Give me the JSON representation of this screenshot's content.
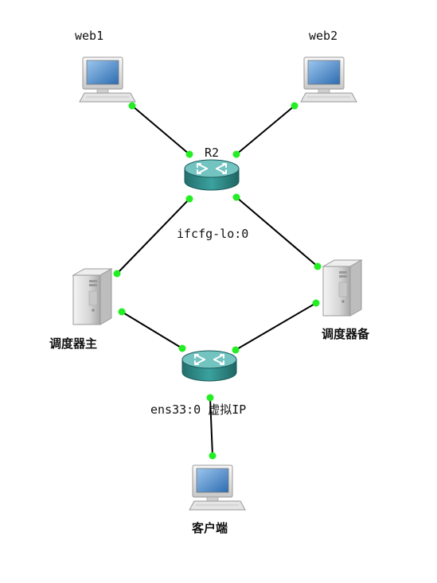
{
  "diagram": {
    "nodes": [
      {
        "id": "web1",
        "label": "web1",
        "kind": "pc"
      },
      {
        "id": "web2",
        "label": "web2",
        "kind": "pc"
      },
      {
        "id": "R2",
        "label": "R2",
        "kind": "router"
      },
      {
        "id": "lb_main",
        "label": "调度器主",
        "kind": "server"
      },
      {
        "id": "lb_backup",
        "label": "调度器备",
        "kind": "server"
      },
      {
        "id": "R_lower",
        "label": "",
        "kind": "router"
      },
      {
        "id": "client",
        "label": "客户端",
        "kind": "pc"
      }
    ],
    "annotations": {
      "upper_interface": "ifcfg-lo:0",
      "lower_interface": "ens33:0 虚拟IP"
    },
    "links": [
      {
        "from": "web1",
        "to": "R2"
      },
      {
        "from": "web2",
        "to": "R2"
      },
      {
        "from": "R2",
        "to": "lb_main"
      },
      {
        "from": "R2",
        "to": "lb_backup"
      },
      {
        "from": "lb_main",
        "to": "R_lower"
      },
      {
        "from": "lb_backup",
        "to": "R_lower"
      },
      {
        "from": "R_lower",
        "to": "client"
      }
    ],
    "colors": {
      "link": "#000000",
      "port": "#22ee22",
      "router_body": "#2e8c8a",
      "router_top": "#6fc1bf",
      "screen": "#3f7fc0"
    }
  }
}
